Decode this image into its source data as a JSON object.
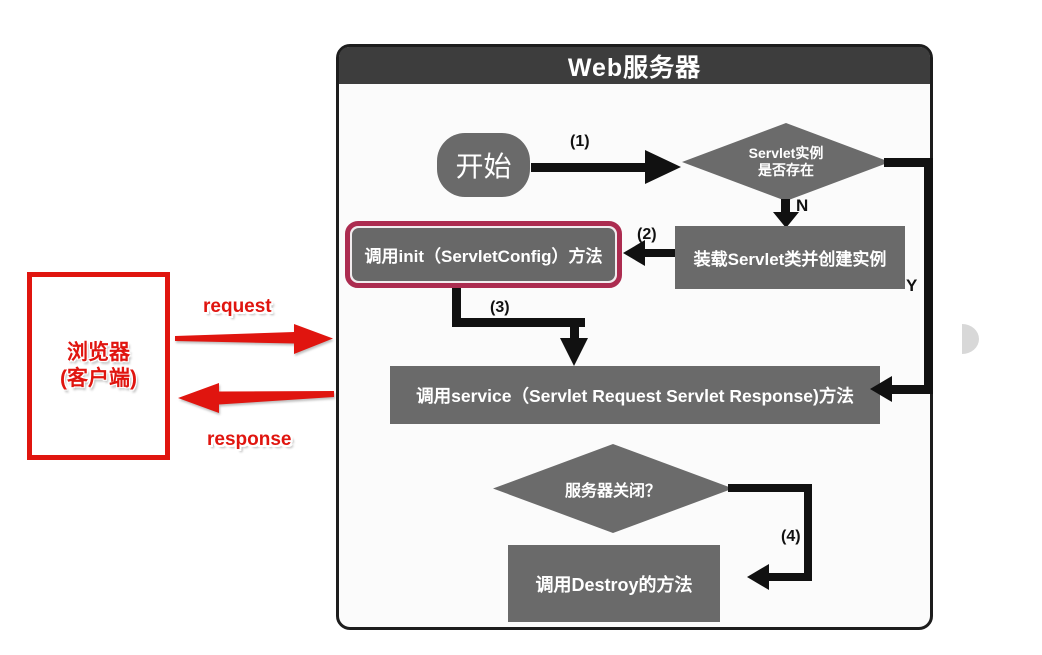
{
  "colors": {
    "node_gray": "#6a6a6a",
    "header_gray": "#3d3d3d",
    "container_border": "#1d1d1d",
    "highlight_red": "#ac2c50",
    "browser_red": "#e0150f",
    "arrow_black": "#111111"
  },
  "browser": {
    "label_line1": "浏览器",
    "label_line2": "(客户端)",
    "request_label": "request",
    "response_label": "response"
  },
  "server": {
    "title": "Web服务器",
    "nodes": {
      "start": "开始",
      "instance_check_line1": "Servlet实例",
      "instance_check_line2": "是否存在",
      "load_servlet": "装载Servlet类并创建实例",
      "call_init": "调用init（ServletConfig）方法",
      "call_service": "调用service（Servlet Request Servlet Response)方法",
      "server_shutdown": "服务器关闭？",
      "call_destroy": "调用Destroy的方法"
    },
    "edge_labels": {
      "step1": "(1)",
      "step2": "(2)",
      "step3": "(3)",
      "step4": "(4)",
      "no": "N",
      "yes": "Y"
    }
  }
}
